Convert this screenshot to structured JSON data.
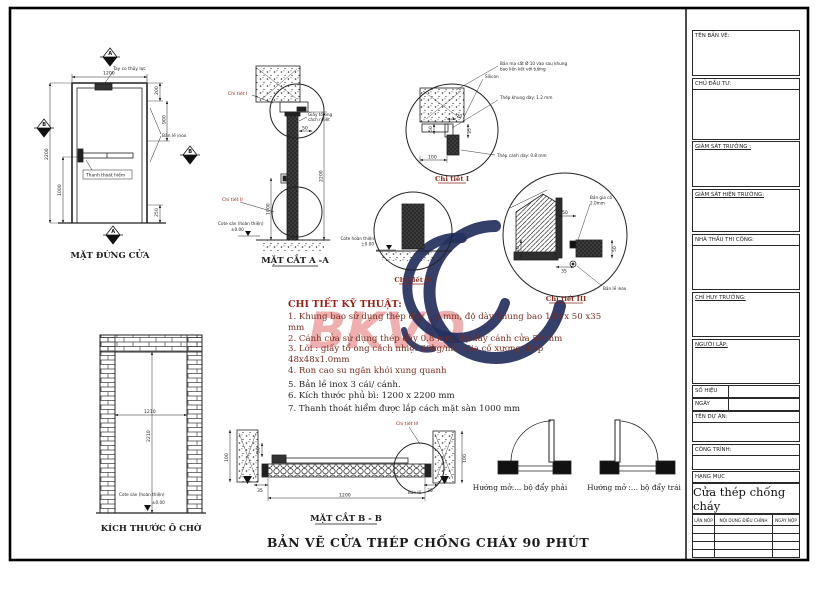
{
  "watermark": {
    "text": "BKVO"
  },
  "main_title": "BẢN VẼ CỬA THÉP CHỐNG CHÁY 90 PHÚT",
  "elevation": {
    "title": "MẶT ĐỨNG CỬA",
    "label_closer": "Tay co thủy lực",
    "label_hinge": "Bản lề inox",
    "label_panic": "Thanh thoát hiểm",
    "dim_width": "1200",
    "dim_height": "2200",
    "dim_panic": "1000",
    "dim_top": "200",
    "dim_closer": "900",
    "dim_bottom": "250",
    "marker_a": "A",
    "marker_b": "B"
  },
  "section_aa": {
    "title": "MẶT CẮT A -A",
    "label_detail1": "Chi tiết I",
    "label_detail2": "Chi tiết II",
    "label_core_1": "Giấy tổ ong",
    "label_core_2": "cách nhiệt",
    "label_floor": "Cote sàn (hoàn thiện)",
    "label_level": "±0.00",
    "dim_50": "50",
    "dim_height": "2200",
    "dim_1000": "1000"
  },
  "detail1": {
    "title": "Chi tiết I",
    "label_anchor_1": "Bản mạ sắt Ø 10 vào sau khung",
    "label_anchor_2": "bao liên kết với tường",
    "label_silicon": "Silicon",
    "label_frame": "Thép khung dày: 1.2 mm",
    "label_leaf": "Thép cánh dày: 0.8 mm",
    "dim_100": "100",
    "dim_50": "50",
    "dim_20": "20",
    "dim_35": "35"
  },
  "detail2": {
    "title": "Chi tiết II",
    "label_floor": "Cote hoàn thiện",
    "label_level": "±0.00"
  },
  "detail3": {
    "title": "Chi tiết III",
    "label_plate_1": "Bản gia cố",
    "label_plate_2": "2.0mm",
    "label_hinge": "Bản lề inox",
    "dim_50a": "50",
    "dim_20": "20",
    "dim_35": "35",
    "dim_50b": "50"
  },
  "tech_notes": {
    "heading": "CHI TIẾT KỸ THUẬT:",
    "items": [
      "1. Khung bao sử dụng thép dày 1.2 mm, độ dày khung bao 100 x 50 x35 mm",
      "2. Cánh cửa sử dụng thép dày 0.8 mm, độ dày cánh cửa 50 mm",
      "3. Lõi : giấy tổ ong cách nhiệt 60kg/m3. Gia cố xương thép 48x48x1.0mm",
      "4. Ron cao su ngăn khói xung quanh",
      "5. Bản lề inox 3 cái/ cánh.",
      "6. Kích thước phủ bì: 1200 x 2200 mm",
      "7. Thanh thoát hiểm được lắp cách mặt sàn 1000 mm"
    ]
  },
  "opening": {
    "title": "KÍCH THƯỚC Ô CHỜ",
    "dim_width": "1210",
    "dim_height": "2210",
    "label_floor": "Cote sàn (hoàn thiện)",
    "label_level": "±0.00"
  },
  "section_bb": {
    "title": "MẶT CẮT B - B",
    "label_detail3": "Chi tiết III",
    "label_hinge": "Bản lề",
    "dim_width": "1200",
    "dim_50": "50",
    "dim_35a": "35",
    "dim_35b": "35",
    "dim_100a": "100",
    "dim_100b": "100"
  },
  "swing": {
    "right_label": "Hướng mở:... bộ đẩy phải",
    "left_label": "Hướng mở :... bộ đẩy trái"
  },
  "title_block": {
    "ten_ban_ve": "TÊN BẢN VẼ:",
    "chu_dau_tu": "CHỦ ĐẦU TƯ:",
    "giam_sat_truong": "GIÁM SÁT TRƯỞNG :",
    "giam_sat_hien_truong": "GIÁM SÁT HIỆN TRƯỜNG:",
    "nha_thau": "NHÀ THẦU THI CÔNG:",
    "chi_huy_truong": "CHỈ HUY TRƯỞNG:",
    "nguoi_lap": "NGƯỜI LẬP:",
    "so_hieu": "SỐ HIỆU",
    "ngay": "NGÀY",
    "ten_du_an": "TÊN DỰ ÁN:",
    "cong_trinh": "CÔNG TRÌNH:",
    "hang_muc": "HẠNG MỤC",
    "item_name": "Cửa thép chống cháy",
    "rev_headers": [
      "LẦN NỘP",
      "NỘI DUNG ĐIỀU CHỈNH",
      "NGÀY NỘP"
    ]
  },
  "colors": {
    "detail_red": "#8b2a1a",
    "note_red": "#9c1f15",
    "watermark_red": "#dd4f4f",
    "watermark_navy": "#25305f",
    "line": "#1c1c1c"
  }
}
